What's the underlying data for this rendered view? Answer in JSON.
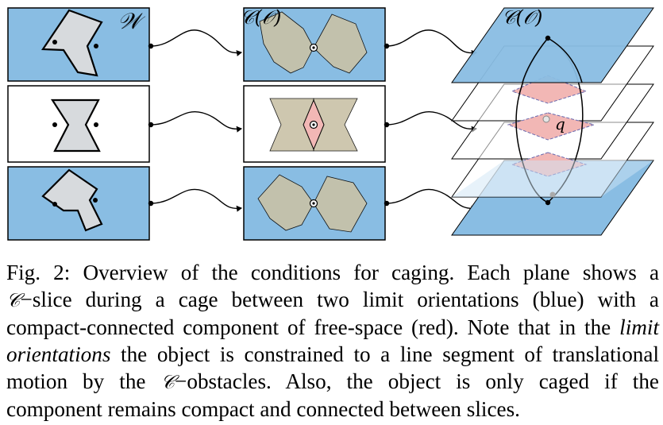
{
  "figure": {
    "labels": {
      "workspace": "𝒲",
      "cspace_obstacle_mid": "𝒞(𝒪)",
      "cspace_obstacle_right": "𝒞(𝒪)",
      "q": "q"
    },
    "colors": {
      "limit_blue": "#89bde3",
      "free_red": "#f2b7b5",
      "object_gray": "#d7dadd",
      "obstacle_tan": "#c9c2a7"
    }
  },
  "caption": {
    "label": "Fig. 2:",
    "line1_rest": "Overview of the conditions for caging. Each plane shows a",
    "line2_cal": "𝒞",
    "line2_rest": "−slice during a cage between two limit orientations (blue) with a",
    "line3": "compact-connected component of free-space (red). Note that in the",
    "line3_italic": "limit",
    "line4_italic": "orientations",
    "line4_rest": "the object is constrained to a line segment of translational",
    "line5_a": "motion by the",
    "line5_cal": "𝒞",
    "line5_b": "−obstacles. Also, the object is only caged if the",
    "line6": "component remains compact and connected between slices."
  }
}
